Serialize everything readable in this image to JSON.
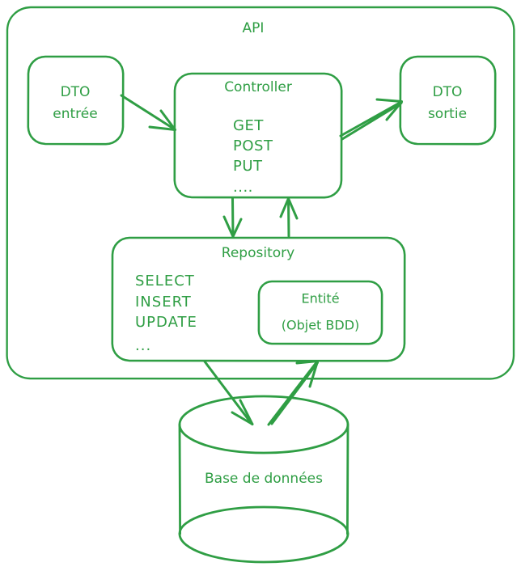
{
  "diagram": {
    "title": "API",
    "accent_color": "#2f9e44",
    "background_color": "#ffffff",
    "style": "hand-drawn"
  },
  "api_container": {
    "label": "API"
  },
  "dto_in": {
    "line1": "DTO",
    "line2": "entrée"
  },
  "dto_out": {
    "line1": "DTO",
    "line2": "sortie"
  },
  "controller": {
    "title": "Controller",
    "methods": [
      "GET",
      "POST",
      "PUT",
      "...."
    ]
  },
  "repository": {
    "title": "Repository",
    "statements": [
      "SELECT",
      "INSERT",
      "UPDATE",
      "..."
    ]
  },
  "entity": {
    "line1": "Entité",
    "line2": "(Objet BDD)"
  },
  "database": {
    "label": "Base de données"
  },
  "arrows": [
    {
      "name": "dto-in-to-controller",
      "from": "DTO entrée",
      "to": "Controller"
    },
    {
      "name": "controller-to-dto-out",
      "from": "Controller",
      "to": "DTO sortie"
    },
    {
      "name": "controller-to-repository",
      "from": "Controller",
      "to": "Repository"
    },
    {
      "name": "repository-to-controller",
      "from": "Repository",
      "to": "Controller"
    },
    {
      "name": "repository-to-database",
      "from": "Repository",
      "to": "Base de données"
    },
    {
      "name": "database-to-repository",
      "from": "Base de données",
      "to": "Repository"
    }
  ]
}
